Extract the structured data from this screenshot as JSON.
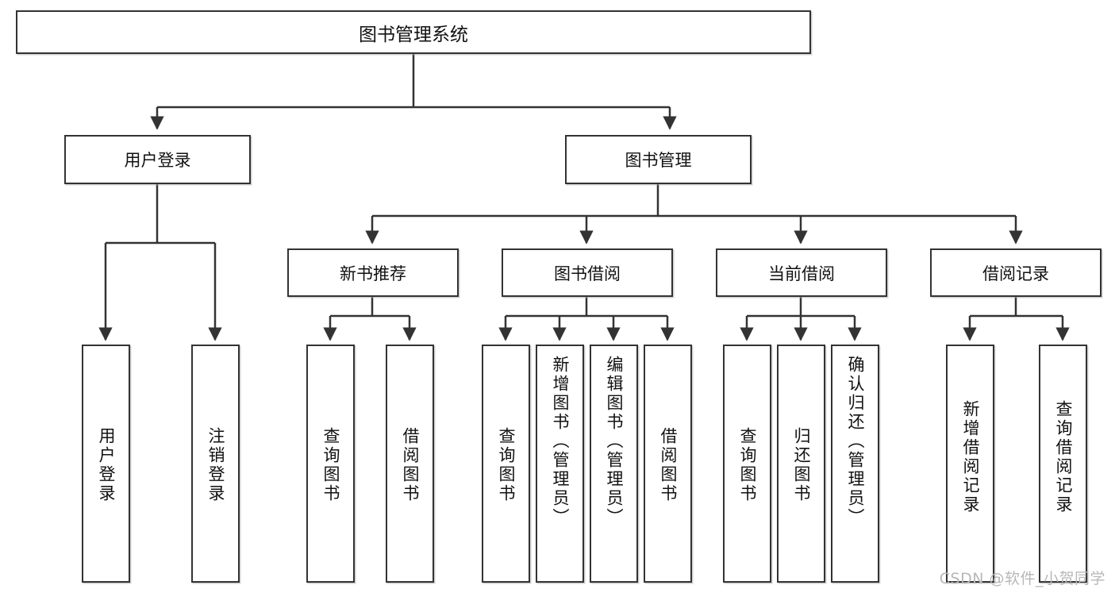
{
  "diagram": {
    "title": "图书管理系统",
    "type": "tree",
    "root": {
      "label": "图书管理系统"
    },
    "level1": [
      {
        "label": "用户登录"
      },
      {
        "label": "图书管理"
      }
    ],
    "level2": [
      {
        "label": "新书推荐"
      },
      {
        "label": "图书借阅"
      },
      {
        "label": "当前借阅"
      },
      {
        "label": "借阅记录"
      }
    ],
    "leaves": {
      "user_login": [
        {
          "label": "用户登录"
        },
        {
          "label": "注销登录"
        }
      ],
      "new_book_recommend": [
        {
          "label": "查询图书"
        },
        {
          "label": "借阅图书"
        }
      ],
      "book_borrow": [
        {
          "label": "查询图书"
        },
        {
          "label": "新增图书（管理员）"
        },
        {
          "label": "编辑图书（管理员）"
        },
        {
          "label": "借阅图书"
        }
      ],
      "current_borrow": [
        {
          "label": "查询图书"
        },
        {
          "label": "归还图书"
        },
        {
          "label": "确认归还（管理员）"
        }
      ],
      "borrow_record": [
        {
          "label": "新增借阅记录"
        },
        {
          "label": "查询借阅记录"
        }
      ]
    }
  },
  "watermark": {
    "text": "CSDN @软件_小贺同学"
  },
  "colors": {
    "border": "#333333",
    "background": "#ffffff",
    "text": "#111111",
    "watermark": "#b8b8b8"
  }
}
